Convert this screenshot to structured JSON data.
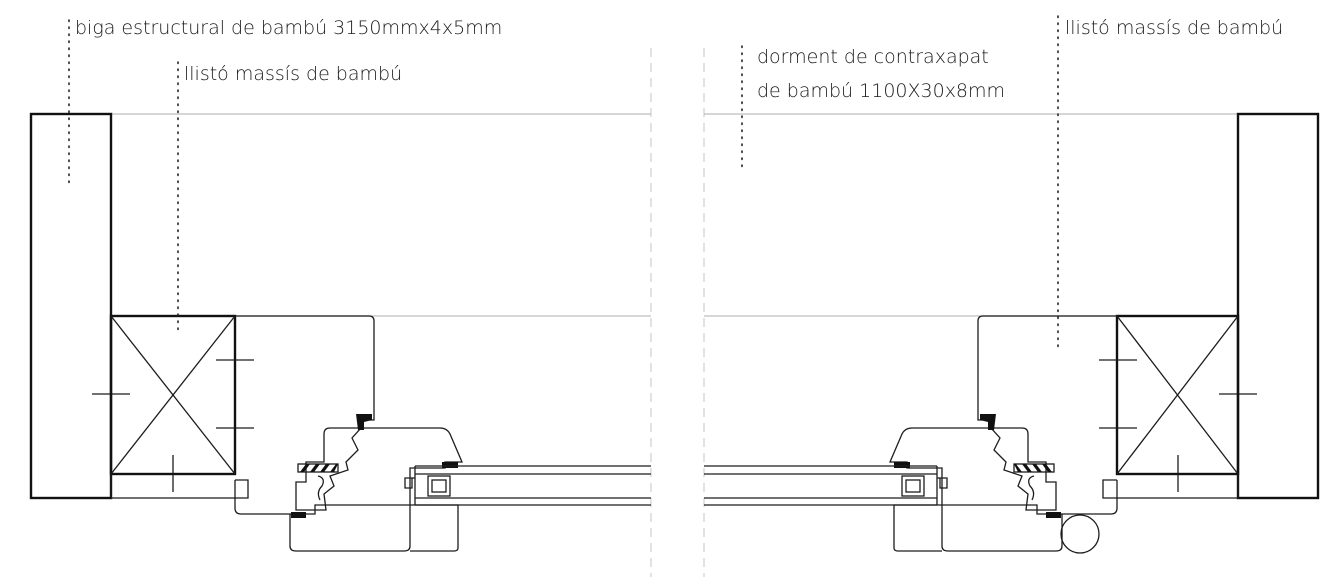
{
  "annotations": {
    "beam": "biga estructural de bambú 3150mmx4x5mm",
    "strip_left": "llistó massís de bambú",
    "frame_line1": "dorment de contraxapat",
    "frame_line2": "de bambú 1100X30x8mm",
    "strip_right": "llistó massís de bambú"
  }
}
